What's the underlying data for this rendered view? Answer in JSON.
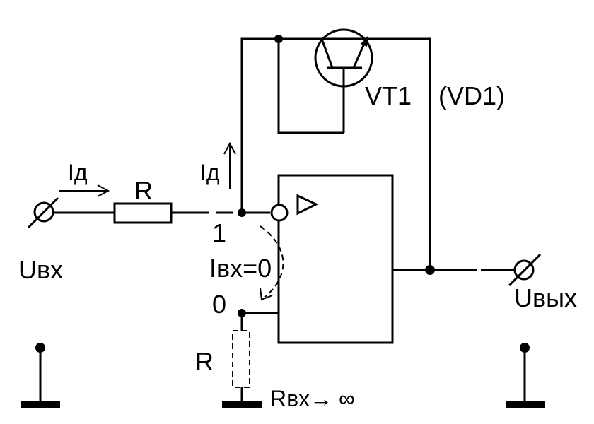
{
  "labels": {
    "current_left": "Iд",
    "current_mid": "Iд",
    "resistor_top": "R",
    "resistor_bottom": "R",
    "transistor": "VT1",
    "diode_alt": "(VD1)",
    "node_1": "1",
    "node_0": "0",
    "input_current": "Iвх=0",
    "input_voltage": "Uвх",
    "output_voltage": "Uвых",
    "input_resistance": "Rвх→ ∞",
    "opamp_symbol": "▷"
  },
  "colors": {
    "line": "#000000",
    "background": "#ffffff"
  }
}
